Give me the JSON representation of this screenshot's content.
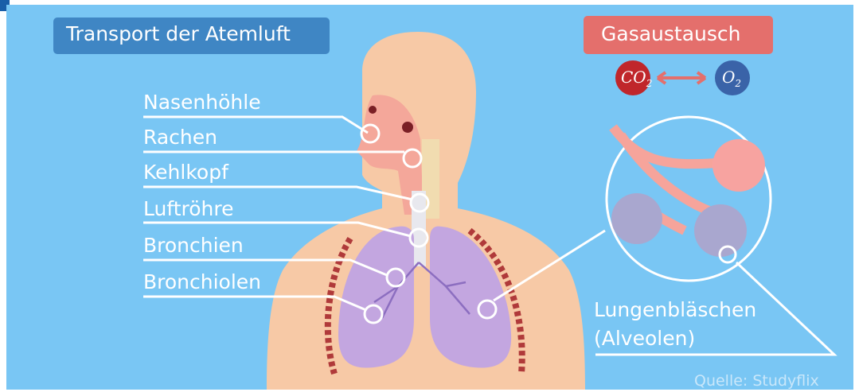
{
  "title": "Transport der Atemluft",
  "gas_exchange": {
    "title": "Gasaustausch",
    "co2_label": "CO",
    "co2_sub": "2",
    "o2_label": "O",
    "o2_sub": "2"
  },
  "labels": {
    "nasenhoehle": "Nasenhöhle",
    "rachen": "Rachen",
    "kehlkopf": "Kehlkopf",
    "luftroehre": "Luftröhre",
    "bronchien": "Bronchien",
    "bronchiolen": "Bronchiolen",
    "alveolen_line1": "Lungenbläschen",
    "alveolen_line2": "(Alveolen)"
  },
  "source": "Quelle: Studyflix",
  "colors": {
    "background": "#79c6f4",
    "title_box": "#3f86c4",
    "gas_box": "#e46f6c",
    "co2": "#c0262b",
    "o2": "#3a63a8",
    "skin": "#f7c9a6",
    "lung": "#c3a6e0",
    "alveoli": "#f7a3a0"
  }
}
